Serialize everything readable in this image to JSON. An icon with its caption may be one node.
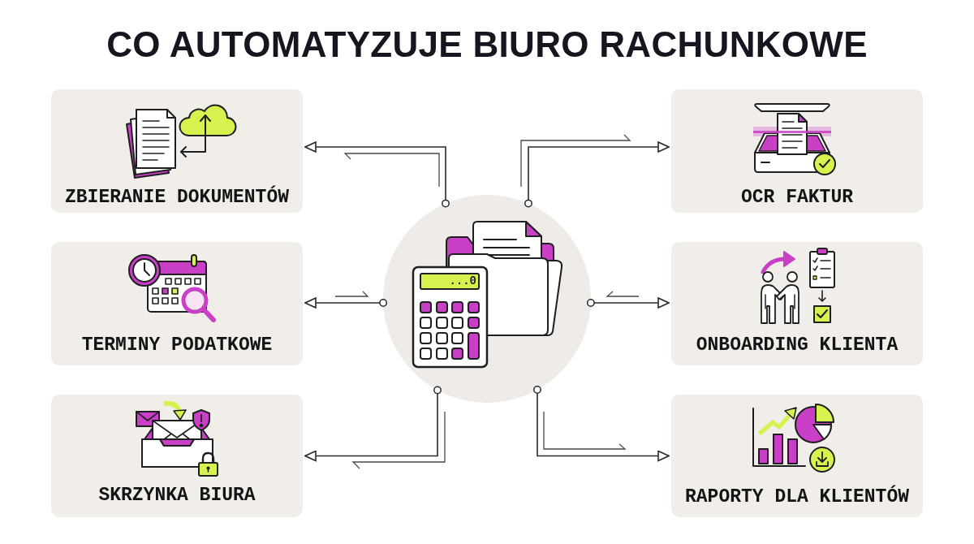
{
  "diagram": {
    "title": "CO AUTOMATYZUJE BIURO RACHUNKOWE",
    "nodes": [
      {
        "text": [
          "ZBIERANIE DOKUMENTÓW"
        ]
      },
      {
        "text": [
          "OCR FAKTUR"
        ]
      },
      {
        "text": [
          "TERMINY PODATKOWE"
        ]
      },
      {
        "text": [
          "ONBOARDING KLIENTA"
        ]
      },
      {
        "text": [
          "SKRZYNKA BIURA"
        ]
      },
      {
        "text": [
          "RAPORTY DLA KLIENTÓW"
        ]
      },
      {
        "text": [],
        "shape": "circle"
      }
    ],
    "edges": [
      {
        "from": 6,
        "to": 0,
        "arrow": "to"
      },
      {
        "from": 6,
        "to": 1,
        "arrow": "to"
      },
      {
        "from": 6,
        "to": 2,
        "arrow": "to"
      },
      {
        "from": 6,
        "to": 3,
        "arrow": "to"
      },
      {
        "from": 6,
        "to": 4,
        "arrow": "to"
      },
      {
        "from": 6,
        "to": 5,
        "arrow": "to"
      }
    ],
    "labels": [
      "...0"
    ]
  }
}
